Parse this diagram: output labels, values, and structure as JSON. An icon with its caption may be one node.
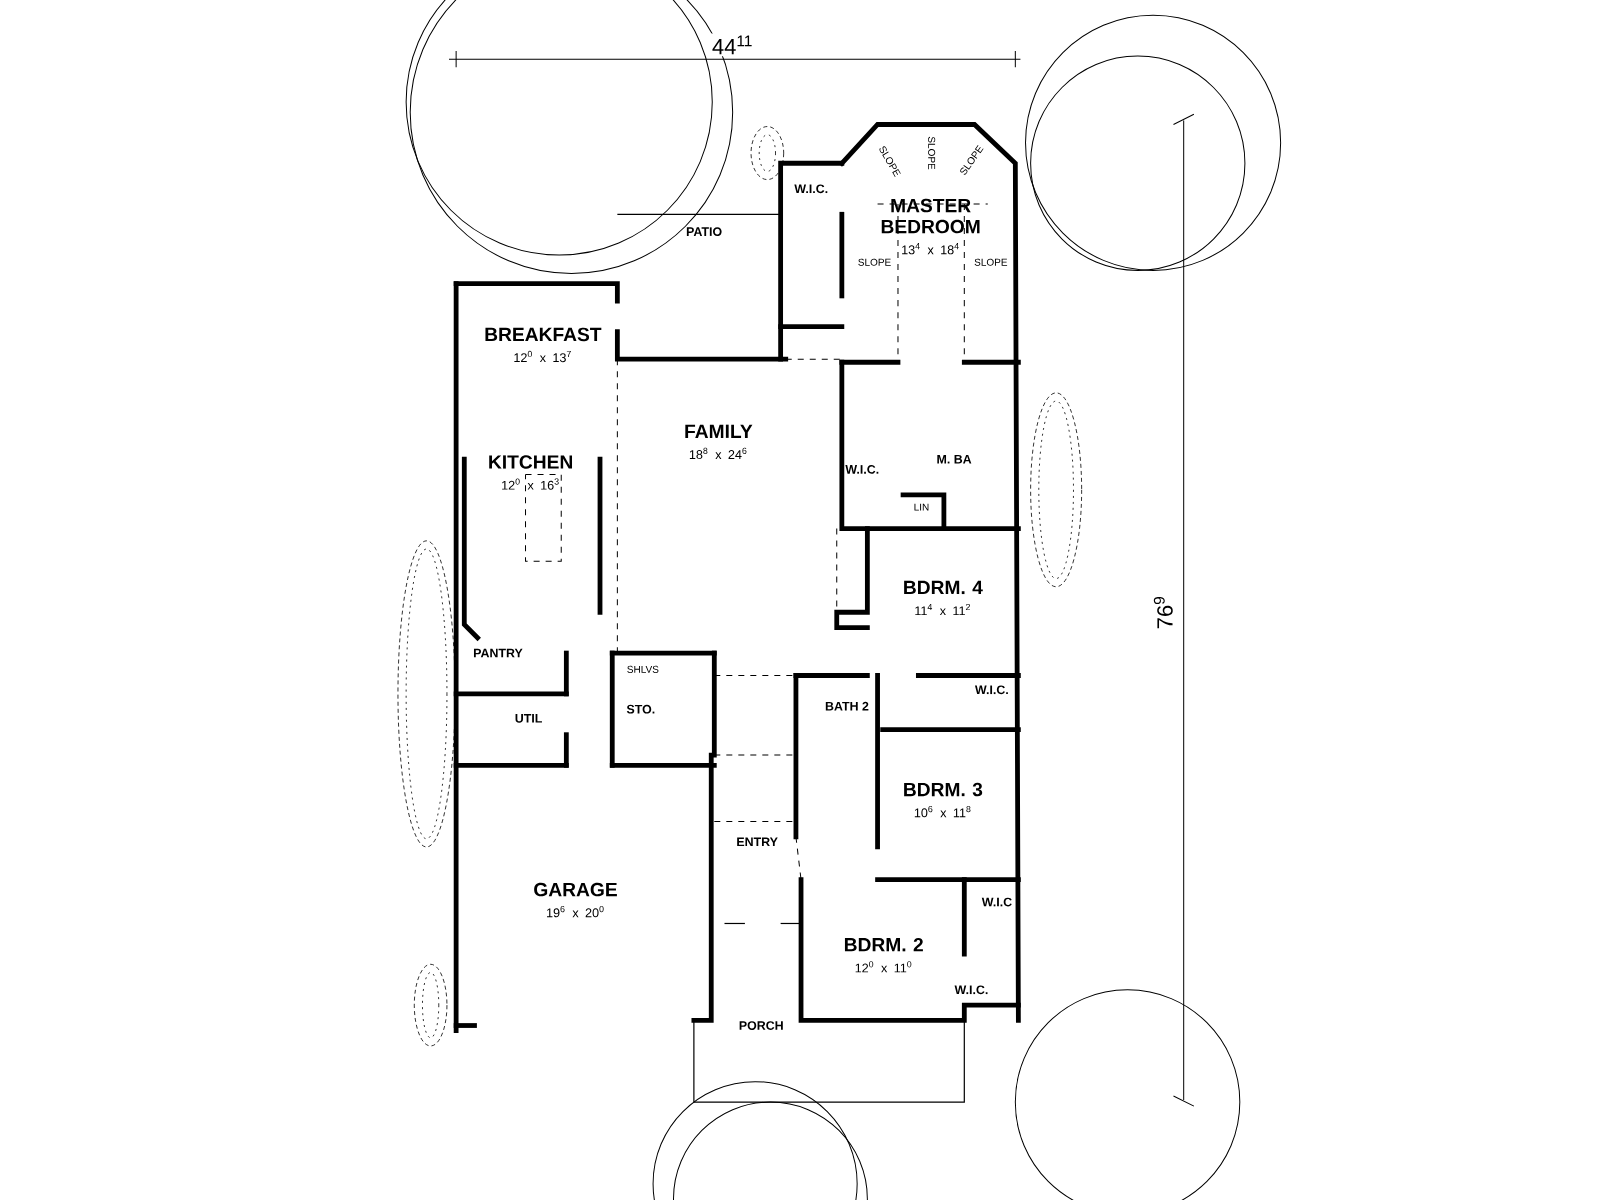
{
  "diagram": {
    "nodes": [
      {
        "text": [
          "W.I.C."
        ]
      },
      {
        "text": [
          "MASTER BEDROOM",
          "13$^{4}$ x 18$^{4}$"
        ]
      },
      {
        "text": [
          "PATIO"
        ]
      },
      {
        "text": [
          "BREAKFAST",
          "12$^{0}$ x 13$^{7}$"
        ]
      },
      {
        "text": [
          "FAMILY",
          "18$^{8}$ x 24$^{6}$"
        ]
      },
      {
        "text": [
          "KITCHEN",
          "12$^{0}$ x 16$^{3}$"
        ]
      },
      {
        "text": [
          "W.I.C."
        ]
      },
      {
        "text": [
          "M. BA"
        ]
      },
      {
        "text": [
          "BDRM. 4",
          "11$^{4}$ x 11$^{2}$"
        ]
      },
      {
        "text": [
          "PANTRY"
        ]
      },
      {
        "text": [
          "UTIL"
        ]
      },
      {
        "text": [
          "STO."
        ]
      },
      {
        "text": [
          "BATH 2"
        ]
      },
      {
        "text": [
          "W.I.C."
        ]
      },
      {
        "text": [
          "BDRM. 3",
          "10$^{6}$ x 11$^{8}$"
        ]
      },
      {
        "text": [
          "ENTRY"
        ]
      },
      {
        "text": [
          "GARAGE",
          "19$^{6}$ x 20$^{0}$"
        ]
      },
      {
        "text": [
          "W.I.C"
        ]
      },
      {
        "text": [
          "BDRM. 2",
          "12$^{0}$ x 11$^{0}$"
        ]
      },
      {
        "text": [
          "W.I.C."
        ]
      },
      {
        "text": [
          "PORCH"
        ]
      }
    ],
    "labels": [
      "44$^{11}$",
      "SLOPE",
      "SLOPE",
      "SLOPE",
      "SLOPE",
      "SLOPE",
      "LIN",
      "76$^{9}$",
      "SHLVS"
    ]
  }
}
